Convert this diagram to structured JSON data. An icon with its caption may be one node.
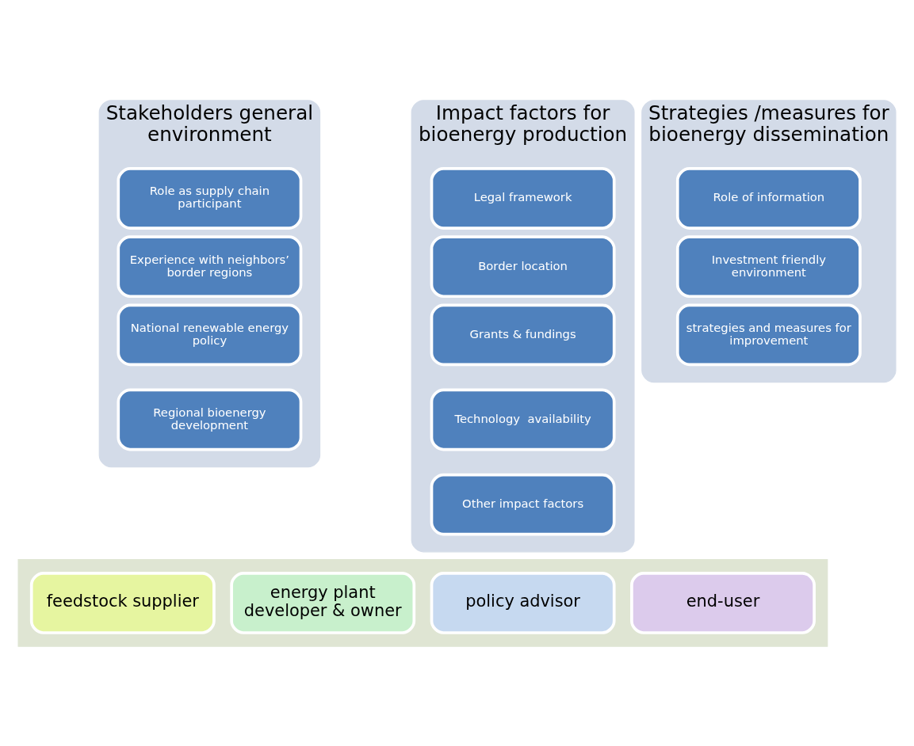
{
  "diagram": {
    "nodes": [
      {
        "text": [
          "Stakeholders general environment"
        ]
      },
      {
        "text": [
          "Role as supply chain participant"
        ],
        "in": 0
      },
      {
        "text": [
          "Experience with neighbors’ border regions"
        ],
        "in": 0
      },
      {
        "text": [
          "National renewable energy policy"
        ],
        "in": 0
      },
      {
        "text": [
          "Regional bioenergy development"
        ],
        "in": 0
      },
      {
        "text": [
          "Impact factors for bioenergy production"
        ]
      },
      {
        "text": [
          "Legal framework"
        ],
        "in": 5
      },
      {
        "text": [
          "Border location"
        ],
        "in": 5
      },
      {
        "text": [
          "Grants & fundings"
        ],
        "in": 5
      },
      {
        "text": [
          "Technology  availability"
        ],
        "in": 5
      },
      {
        "text": [
          "Other impact factors"
        ],
        "in": 5
      },
      {
        "text": [
          "Strategies /measures for bioenergy dissemination"
        ]
      },
      {
        "text": [
          "Role of information"
        ],
        "in": 11
      },
      {
        "text": [
          "Investment friendly environment"
        ],
        "in": 11
      },
      {
        "text": [
          "strategies and measures for improvement"
        ],
        "in": 11
      },
      {
        "text": [],
        "shape": "arrow"
      },
      {
        "text": [
          "feedstock supplier"
        ],
        "in": 15
      },
      {
        "text": [
          "energy plant developer & owner"
        ],
        "in": 15
      },
      {
        "text": [
          "policy advisor"
        ],
        "in": 15
      },
      {
        "text": [
          "end-user"
        ],
        "in": 15
      }
    ]
  }
}
